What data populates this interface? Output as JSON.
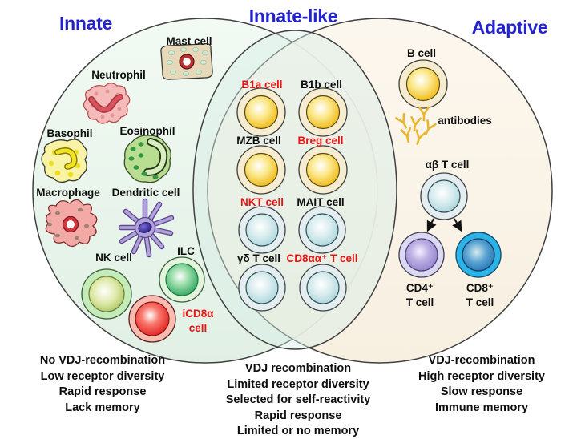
{
  "titles": {
    "innate": "Innate",
    "innate_like": "Innate-like",
    "adaptive": "Adaptive"
  },
  "innate": {
    "mast": "Mast cell",
    "neutrophil": "Neutrophil",
    "basophil": "Basophil",
    "eosinophil": "Eosinophil",
    "macrophage": "Macrophage",
    "dendritic": "Dendritic cell",
    "nk": "NK cell",
    "ilc": "ILC",
    "icd8a": [
      "iCD8α",
      "cell"
    ]
  },
  "innate_like": {
    "b1a": "B1a cell",
    "b1b": "B1b cell",
    "mzb": "MZB cell",
    "breg": "Breg cell",
    "nkt": "NKT cell",
    "mait": "MAIT cell",
    "gdt": "γδ T cell",
    "cd8aa": "CD8αα⁺ T cell"
  },
  "adaptive": {
    "b": "B cell",
    "antibodies": "antibodies",
    "abt": "αβ T cell",
    "cd4": [
      "CD4⁺",
      "T cell"
    ],
    "cd8": [
      "CD8⁺",
      "T cell"
    ]
  },
  "notes": {
    "innate": [
      "No VDJ-recombination",
      "Low receptor diversity",
      "Rapid response",
      "Lack memory"
    ],
    "innate_like": [
      "VDJ recombination",
      "Limited receptor diversity",
      "Selected for self-reactivity",
      "Rapid response",
      "Limited or no memory"
    ],
    "adaptive": [
      "VDJ-recombination",
      "High receptor diversity",
      "Slow response",
      "Immune memory"
    ]
  },
  "colors": {
    "title_blue": "#2323cc",
    "highlight_red": "#e81414",
    "text_black": "#0d0d0d",
    "gold_cell": "#efb915",
    "teal_cell": "#a8d4da",
    "cd8_blue": "#2cb3e8",
    "cd4_purple": "#8f80cc"
  }
}
